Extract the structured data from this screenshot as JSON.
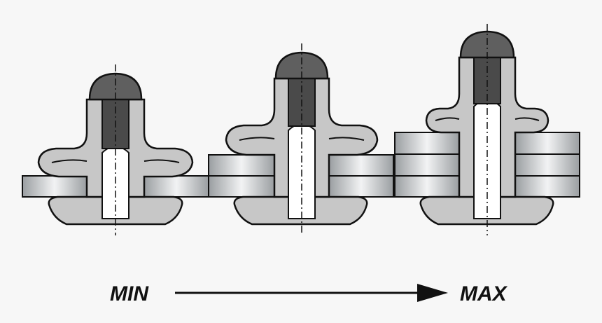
{
  "diagram": {
    "labels": {
      "min": "MIN",
      "max": "MAX"
    },
    "stages": [
      {
        "name": "thin-material-rivet",
        "sheet_layers": 1
      },
      {
        "name": "medium-material-rivet",
        "sheet_layers": 2
      },
      {
        "name": "thick-material-rivet",
        "sheet_layers": 3
      }
    ]
  },
  "colors": {
    "background": "#f7f7f7",
    "rivet_body": "#c7c7c7",
    "outline": "#111111",
    "cap": "#5f5f5f",
    "mandrel": "#4a4a4a",
    "bore": "#ffffff",
    "sheet_mid": "#d9dcde",
    "sheet_dark": "#9a9ea1",
    "sheet_light": "#f2f3f4",
    "arrow": "#111111"
  }
}
